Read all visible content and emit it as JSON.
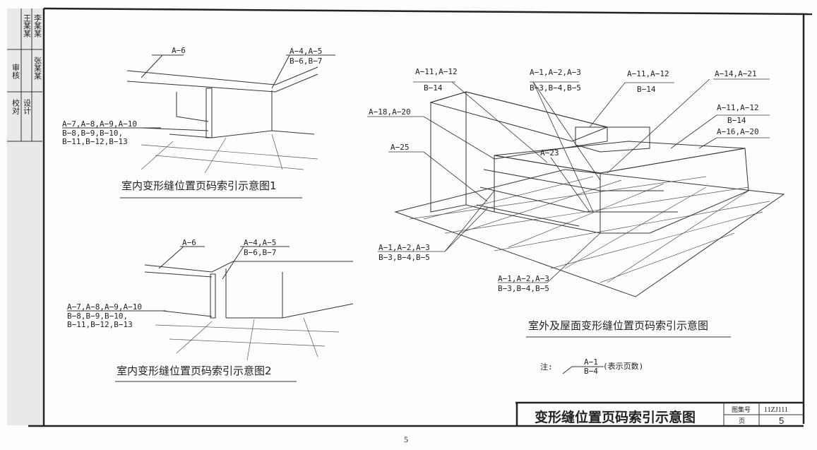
{
  "side_strip": {
    "labels": [
      "审核",
      "校对",
      "设计"
    ],
    "names": [
      "王某某",
      "李某某",
      "张某某"
    ]
  },
  "fig1": {
    "caption": "室内变形缝位置页码索引示意图1",
    "labels": [
      "A−6",
      "A−4,A−5",
      "B−6,B−7",
      "A−7,A−8,A−9,A−10",
      "B−8,B−9,B−10,",
      "B−11,B−12,B−13"
    ]
  },
  "fig2": {
    "caption": "室内变形缝位置页码索引示意图2",
    "labels": [
      "A−6",
      "A−4,A−5",
      "B−6,B−7",
      "A−7,A−8,A−9,A−10",
      "B−8,B−9,B−10,",
      "B−11,B−12,B−13"
    ]
  },
  "fig3": {
    "caption": "室外及屋面变形缝位置页码索引示意图",
    "labels": [
      "A−11,A−12",
      "B−14",
      "A−1,A−2,A−3",
      "B−3,B−4,B−5",
      "A−11,A−12",
      "B−14",
      "A−14,A−21",
      "A−18,A−20",
      "A−11,A−12",
      "B−14",
      "A−16,A−20",
      "A−25",
      "A−23",
      "A−1,A−2,A−3",
      "B−3,B−4,B−5",
      "A−1,A−2,A−3",
      "B−3,B−4,B−5"
    ]
  },
  "note": {
    "prefix": "注:",
    "top": "A−1",
    "bottom": "B−4",
    "suffix": "(表示页数)"
  },
  "title_block": {
    "title": "变形缝位置页码索引示意图",
    "atlas_label": "图集号",
    "atlas_no": "11ZJ111",
    "page_label": "页",
    "page_no": "5"
  },
  "footer_page": "5"
}
